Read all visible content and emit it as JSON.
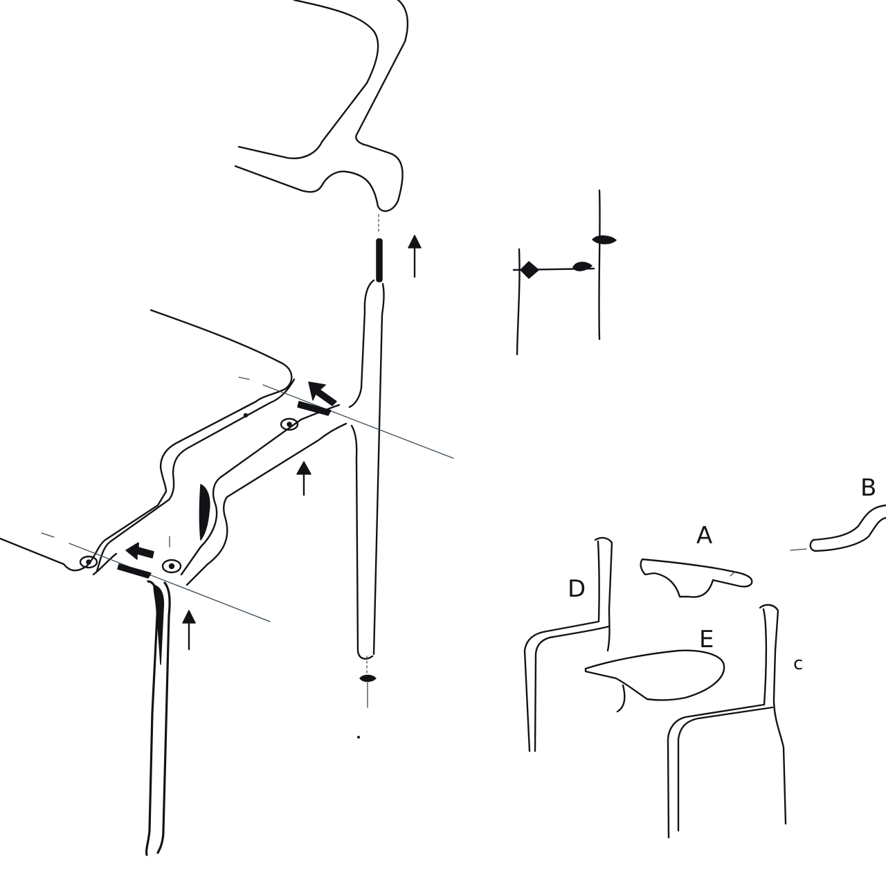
{
  "labels": {
    "a": "A",
    "b": "B",
    "c": "c",
    "d": "D",
    "e": "E"
  },
  "colors": {
    "ink": "#111317",
    "paper": "#ffffff"
  }
}
